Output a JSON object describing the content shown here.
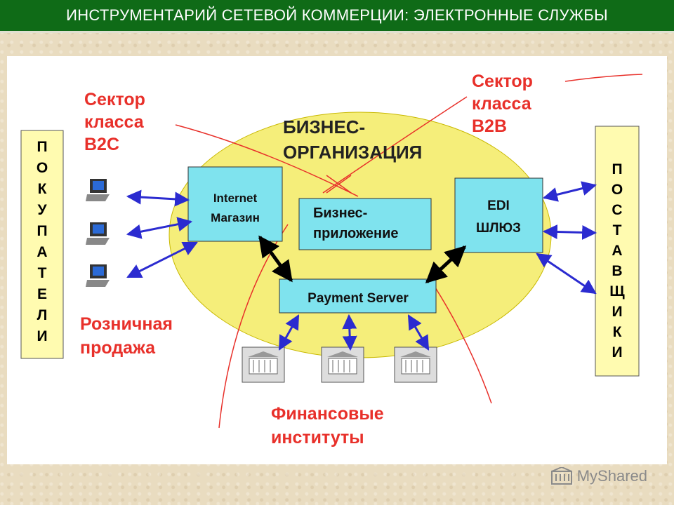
{
  "title": "ИНСТРУМЕНТАРИЙ СЕТЕВОЙ КОММЕРЦИИ: ЭЛЕКТРОННЫЕ СЛУЖБЫ",
  "diagram": {
    "buyers_label": [
      "П",
      "О",
      "К",
      "У",
      "П",
      "А",
      "Т",
      "Е",
      "Л",
      "И"
    ],
    "suppliers_label": [
      "П",
      "О",
      "С",
      "Т",
      "А",
      "В",
      "Щ",
      "И",
      "К",
      "И"
    ],
    "b2c_label": [
      "Сектор",
      "класса",
      "B2C"
    ],
    "b2b_label": [
      "Сектор",
      "класса",
      "B2B"
    ],
    "organization_label": [
      "БИЗНЕС-",
      "ОРГАНИЗАЦИЯ"
    ],
    "internet_shop": [
      "Internet",
      "Магазин"
    ],
    "business_app": [
      "Бизнес-",
      "приложение"
    ],
    "edi_gateway": [
      "EDI",
      "ШЛЮЗ"
    ],
    "payment_server": "Payment Server",
    "retail_label": [
      "Розничная",
      "продажа"
    ],
    "financial_label": [
      "Финансовые",
      "институты"
    ]
  },
  "watermark": "MyShared",
  "colors": {
    "title_bg": "#0f6b17",
    "ellipse": "#f5ee7a",
    "box": "#7fe3ee",
    "side_bar": "#fffbb0",
    "red_text": "#e8302a",
    "arrow": "#2b2bd0"
  }
}
